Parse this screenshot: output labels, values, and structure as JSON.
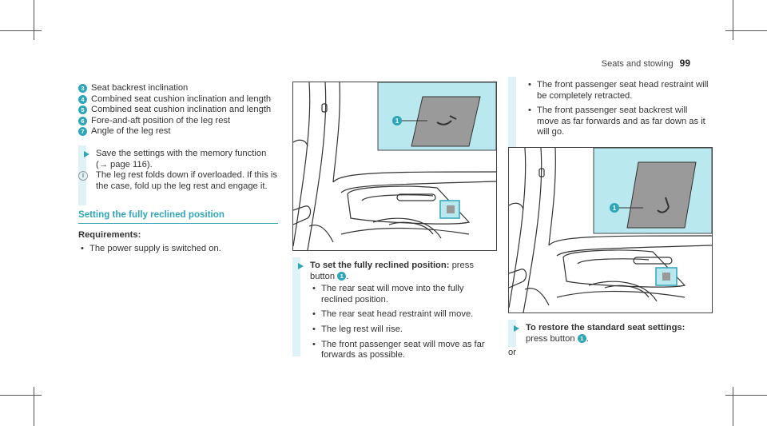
{
  "header": {
    "section": "Seats and stowing",
    "page": "99"
  },
  "left": {
    "list": [
      {
        "num": "3",
        "text": "Seat backrest inclination"
      },
      {
        "num": "4",
        "text": "Combined seat cushion inclination and length"
      },
      {
        "num": "5",
        "text": "Combined seat cushion inclination and length"
      },
      {
        "num": "6",
        "text": "Fore-and-aft position of the leg rest"
      },
      {
        "num": "7",
        "text": "Angle of the leg rest"
      }
    ],
    "step_text": "Save the settings with the memory function",
    "step_ref": "(→ page 116).",
    "info_text": "The leg rest folds down if overloaded. If this is the case, fold up the leg rest and engage it.",
    "section_title": "Setting the fully reclined position",
    "req_label": "Requirements:",
    "req_bullet": "The power supply is switched on."
  },
  "middle": {
    "callout": "1",
    "step_bold": "To set the fully reclined position:",
    "step_rest": " press button",
    "step_num": "1",
    "step_end": ".",
    "bullets": [
      "The rear seat will move into the fully reclined position.",
      "The rear seat head restraint will move.",
      "The leg rest will rise.",
      "The front passenger seat will move as far forwards as possible."
    ]
  },
  "right": {
    "bullets": [
      "The front passenger seat head restraint will be completely retracted.",
      "The front passenger seat backrest will move as far forwards and as far down as it will go."
    ],
    "callout": "1",
    "step_bold": "To restore the standard seat settings:",
    "step_rest": "press button",
    "step_num": "1",
    "step_end": ".",
    "or": "or"
  },
  "bullet_glyph": "•",
  "info_glyph": "i",
  "colors": {
    "accent": "#2fa6b8",
    "highlight": "#b9e8ee",
    "bar": "#dff3f6"
  }
}
